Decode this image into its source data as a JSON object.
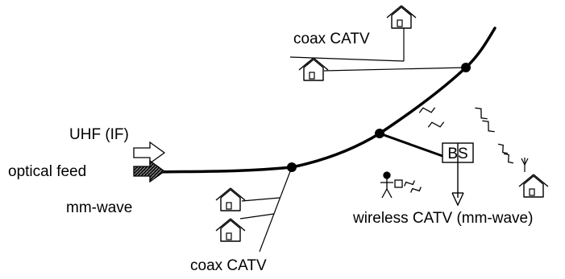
{
  "labels": {
    "coax_top": "coax CATV",
    "coax_bottom": "coax CATV",
    "uhf": "UHF (IF)",
    "optical_feed": "optical feed",
    "mm_wave": "mm-wave",
    "bs": "BS",
    "wireless": "wireless CATV (mm-wave)"
  }
}
